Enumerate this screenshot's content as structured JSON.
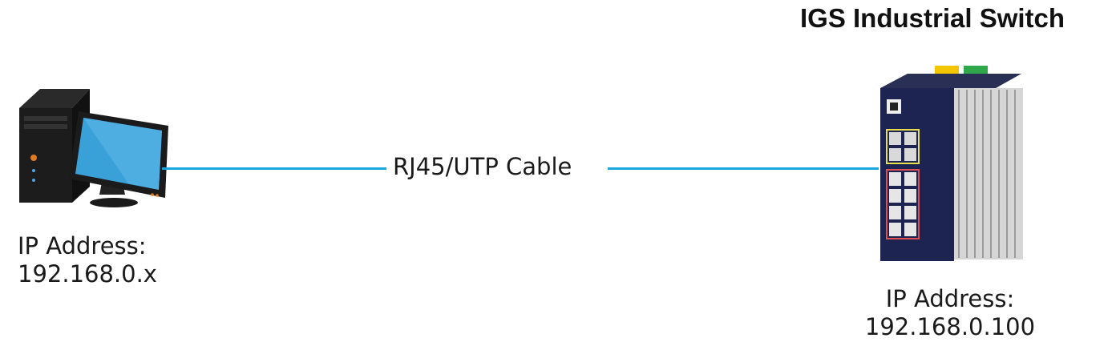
{
  "diagram": {
    "title": "IGS Industrial Switch",
    "cable_label": "RJ45/UTP Cable",
    "pc": {
      "ip_label": "IP Address:",
      "ip_value": "192.168.0.x"
    },
    "switch": {
      "ip_label": "IP Address:",
      "ip_value": "192.168.0.100"
    },
    "colors": {
      "cable": "#1aa7e0",
      "switch_panel": "#1d2452",
      "screen": "#3aa0d8"
    }
  }
}
